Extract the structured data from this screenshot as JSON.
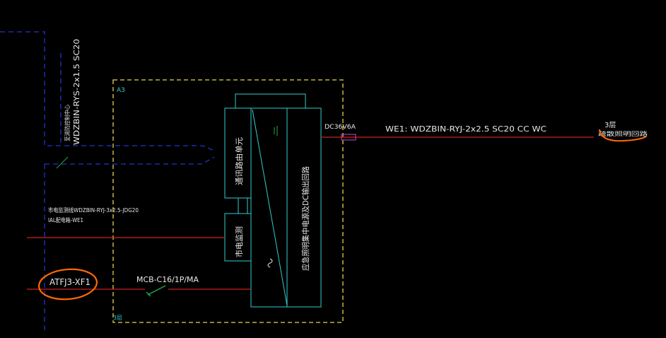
{
  "colors": {
    "background": "#000000",
    "cyan": "#33cccc",
    "blue": "#2233cc",
    "red": "#cc2222",
    "yellow": "#e6d24a",
    "white": "#e8e8e8",
    "green": "#22aa44",
    "magenta": "#cc44cc",
    "orange": "#ff6a00"
  },
  "labels": {
    "vertical_cable": "WDZBIN-RYS-2x1.5 SC20",
    "vertical_cable_note": "至消防控制中心",
    "enclosure_tag": "A3",
    "enclosure_bottom_tag": "3层",
    "comm_unit": "通讯路由单元",
    "mains_monitor": "市电监测",
    "main_unit": "应急照明集中电源及DC输出回路",
    "fuse_rating": "DC36V6A",
    "outgoing_circuit": "WE1:  WDZBIN-RYJ-2x2.5  SC20  CC  WC",
    "floor_note": "3层",
    "floor_note_2": "疏散照明回路",
    "monitor_line_1": "市电监测线WDZBIN-RYJ-3x2.5-JDG20",
    "monitor_line_2": "IAL配电箱-WE1",
    "feeder_tag": "ATFJ3-XF1",
    "breaker": "MCB-C16/1P/MA"
  }
}
